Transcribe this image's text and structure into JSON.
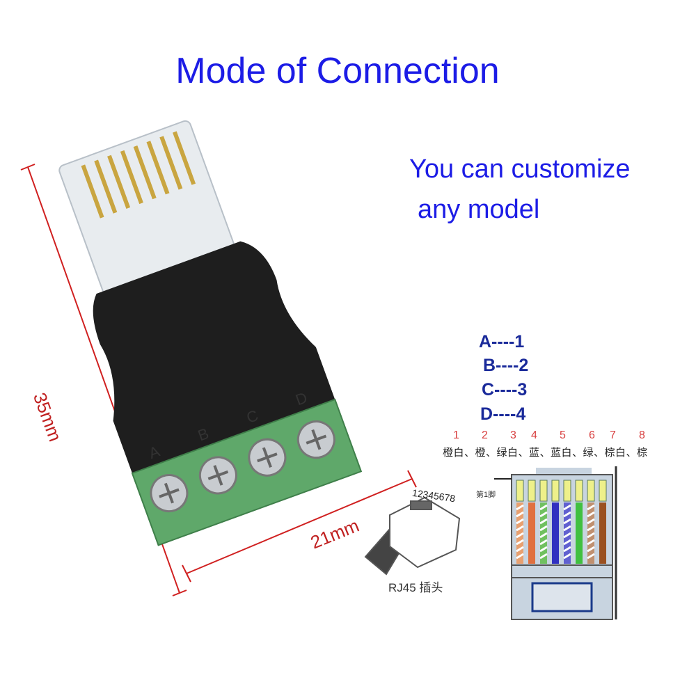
{
  "title": "Mode of Connection",
  "promo": {
    "line1": "You can customize",
    "line2": "any model"
  },
  "dimensions": {
    "length": "35mm",
    "width": "21mm"
  },
  "terminals": [
    "A",
    "B",
    "C",
    "D"
  ],
  "mapping": [
    "A----1",
    "B----2",
    "C----3",
    "D----4"
  ],
  "pinout": {
    "numbers": [
      "1",
      "2",
      "3",
      "4",
      "5",
      "6",
      "7",
      "8"
    ],
    "colors_label": "橙白、橙、绿白、蓝、蓝白、绿、棕白、棕",
    "first_pin_label": "第1脚",
    "wire_colors": [
      "#e8a070",
      "#e07040",
      "#70c060",
      "#3030c0",
      "#6060d0",
      "#40c040",
      "#c09070",
      "#9a5020"
    ],
    "wire_striped": [
      true,
      false,
      true,
      false,
      true,
      false,
      true,
      false
    ]
  },
  "rj45": {
    "pin_numbers": "12345678",
    "label": "RJ45 插头"
  },
  "colors": {
    "title": "#1c1ce6",
    "dimension": "#c02020",
    "terminal_block": "#5fa86a",
    "body": "#1e1e1e"
  }
}
